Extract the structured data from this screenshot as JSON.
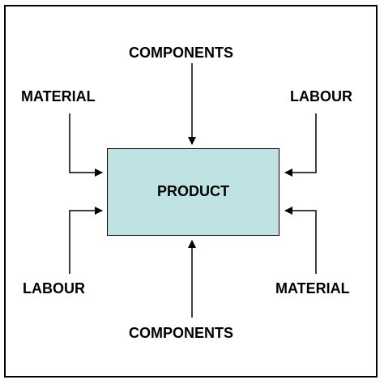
{
  "diagram": {
    "center": {
      "label": "PRODUCT",
      "fill": "#bfe3e3"
    },
    "inputs": {
      "top": "COMPONENTS",
      "top_left": "MATERIAL",
      "top_right": "LABOUR",
      "bottom_left": "LABOUR",
      "bottom_right": "MATERIAL",
      "bottom": "COMPONENTS"
    },
    "colors": {
      "line": "#000000",
      "background": "#ffffff"
    }
  }
}
